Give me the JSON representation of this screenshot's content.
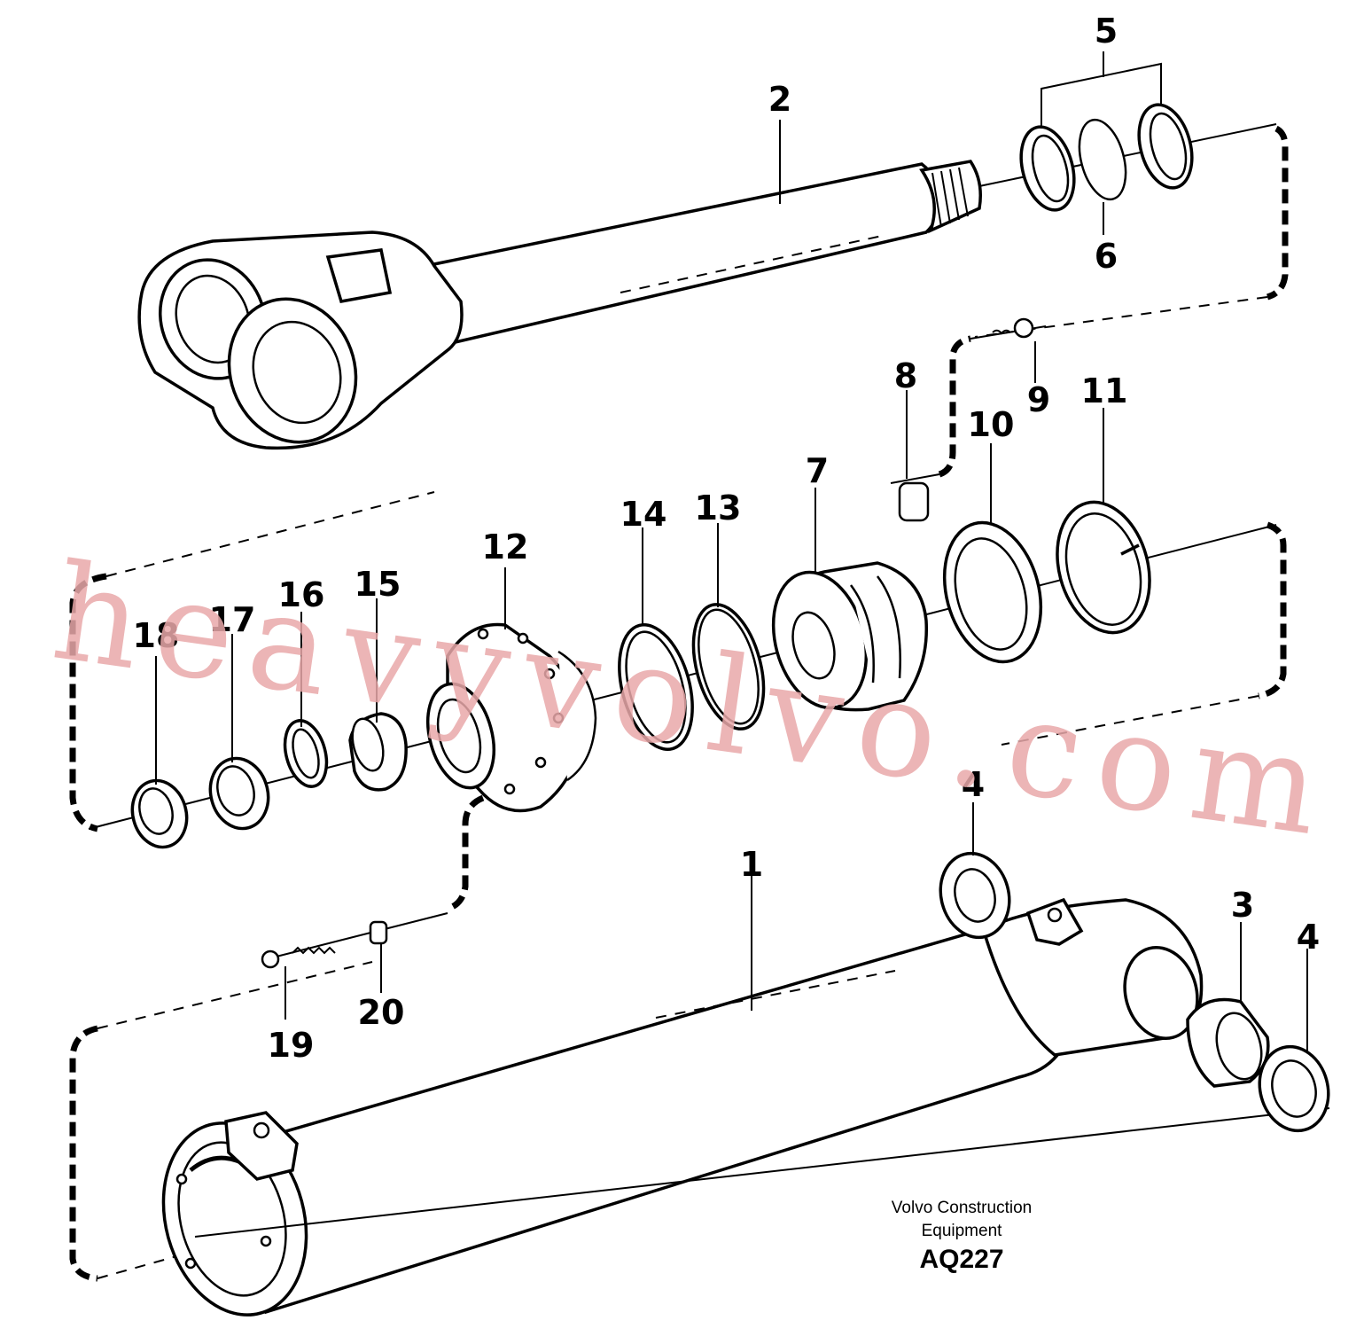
{
  "callouts": [
    {
      "id": "1",
      "label": "1"
    },
    {
      "id": "2",
      "label": "2"
    },
    {
      "id": "3",
      "label": "3"
    },
    {
      "id": "4a",
      "label": "4"
    },
    {
      "id": "4b",
      "label": "4"
    },
    {
      "id": "5",
      "label": "5"
    },
    {
      "id": "6",
      "label": "6"
    },
    {
      "id": "7",
      "label": "7"
    },
    {
      "id": "8",
      "label": "8"
    },
    {
      "id": "9",
      "label": "9"
    },
    {
      "id": "10",
      "label": "10"
    },
    {
      "id": "11",
      "label": "11"
    },
    {
      "id": "12",
      "label": "12"
    },
    {
      "id": "13",
      "label": "13"
    },
    {
      "id": "14",
      "label": "14"
    },
    {
      "id": "15",
      "label": "15"
    },
    {
      "id": "16",
      "label": "16"
    },
    {
      "id": "17",
      "label": "17"
    },
    {
      "id": "18",
      "label": "18"
    },
    {
      "id": "19",
      "label": "19"
    },
    {
      "id": "20",
      "label": "20"
    }
  ],
  "caption": {
    "line1": "Volvo Construction",
    "line2": "Equipment",
    "code": "AQ227"
  },
  "watermark": {
    "text": "heavyvolvo.com",
    "color": "#e9a9aa"
  }
}
